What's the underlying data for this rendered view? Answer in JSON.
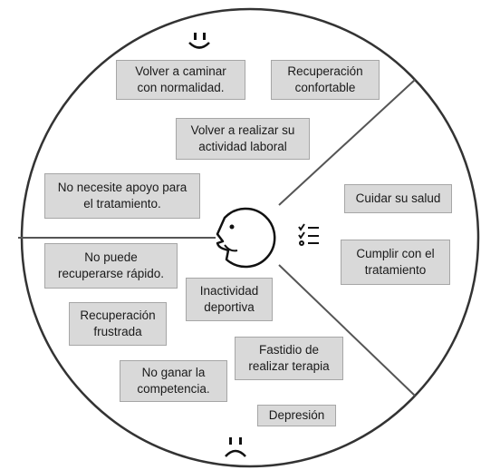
{
  "icons": {
    "top": "happy-face-icon",
    "bottom": "sad-face-icon",
    "center": "person-head-icon",
    "checklist": "checklist-icon"
  },
  "colors": {
    "note_fill": "#d9d9d9",
    "note_border": "#a6a6a6",
    "line": "#555555",
    "circle": "#333333"
  },
  "notes": [
    {
      "id": "volver-caminar",
      "text": "Volver a caminar\ncon normalidad."
    },
    {
      "id": "recuperacion-confortable",
      "text": "Recuperación\nconfortable"
    },
    {
      "id": "volver-actividad",
      "text": "Volver a realizar su\nactividad laboral"
    },
    {
      "id": "no-necesite-apoyo",
      "text": "No necesite apoyo para\nel tratamiento."
    },
    {
      "id": "cuidar-salud",
      "text": "Cuidar su salud"
    },
    {
      "id": "cumplir-tratamiento",
      "text": "Cumplir con el\ntratamiento"
    },
    {
      "id": "no-puede-recuperarse",
      "text": "No puede\nrecuperarse rápido."
    },
    {
      "id": "inactividad-deportiva",
      "text": "Inactividad\ndeportiva"
    },
    {
      "id": "recuperacion-frustrada",
      "text": "Recuperación\nfrustrada"
    },
    {
      "id": "fastidio-terapia",
      "text": "Fastidio de\nrealizar terapia"
    },
    {
      "id": "no-ganar-competencia",
      "text": "No ganar la\ncompetencia."
    },
    {
      "id": "depresion",
      "text": "Depresión"
    }
  ]
}
